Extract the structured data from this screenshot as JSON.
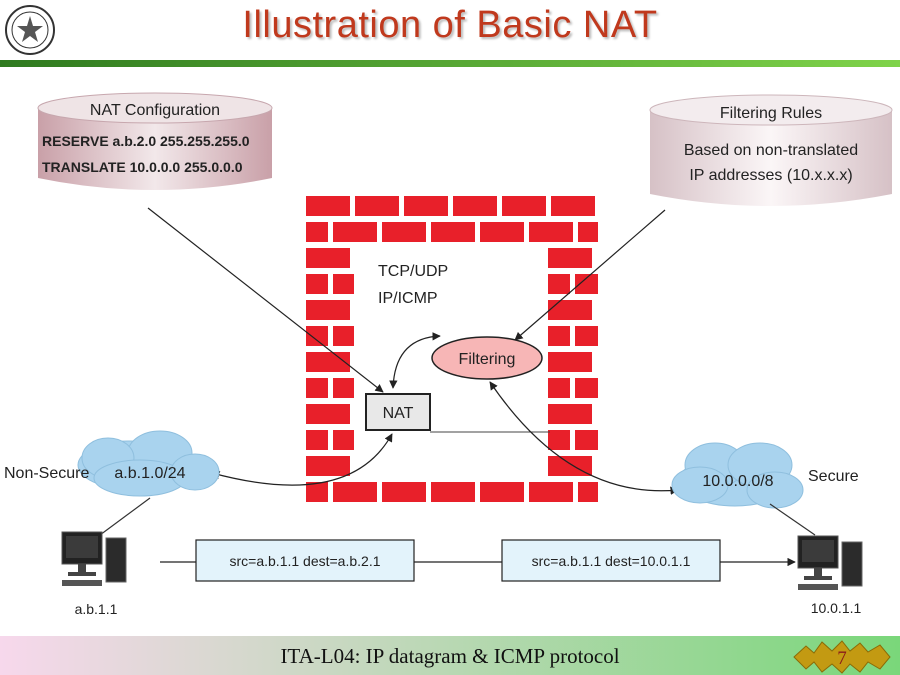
{
  "slide": {
    "title": "Illustration of Basic NAT",
    "footer": "ITA-L04:  IP datagram & ICMP protocol",
    "page_number": "7"
  },
  "nat_config": {
    "heading": "NAT Configuration",
    "line1": "RESERVE a.b.2.0 255.255.255.0",
    "line2": "TRANSLATE 10.0.0.0 255.0.0.0"
  },
  "filtering_rules": {
    "heading": "Filtering Rules",
    "line1": "Based on non-translated",
    "line2": "IP addresses (10.x.x.x)"
  },
  "firewall": {
    "layer1": "TCP/UDP",
    "layer2": "IP/ICMP",
    "nat_label": "NAT",
    "filtering_label": "Filtering"
  },
  "networks": {
    "non_secure_label": "Non-Secure",
    "non_secure_net": "a.b.1.0/24",
    "secure_label": "Secure",
    "secure_net": "10.0.0.0/8"
  },
  "hosts": {
    "left": "a.b.1.1",
    "right": "10.0.1.1"
  },
  "packets": {
    "before": "src=a.b.1.1 dest=a.b.2.1",
    "after": "src=a.b.1.1 dest=10.0.1.1"
  },
  "colors": {
    "brick": "#e8202a",
    "filtering_fill": "#f7b6b6",
    "cloud": "#a9d3ee",
    "packet_fill": "#e3f3fb"
  }
}
